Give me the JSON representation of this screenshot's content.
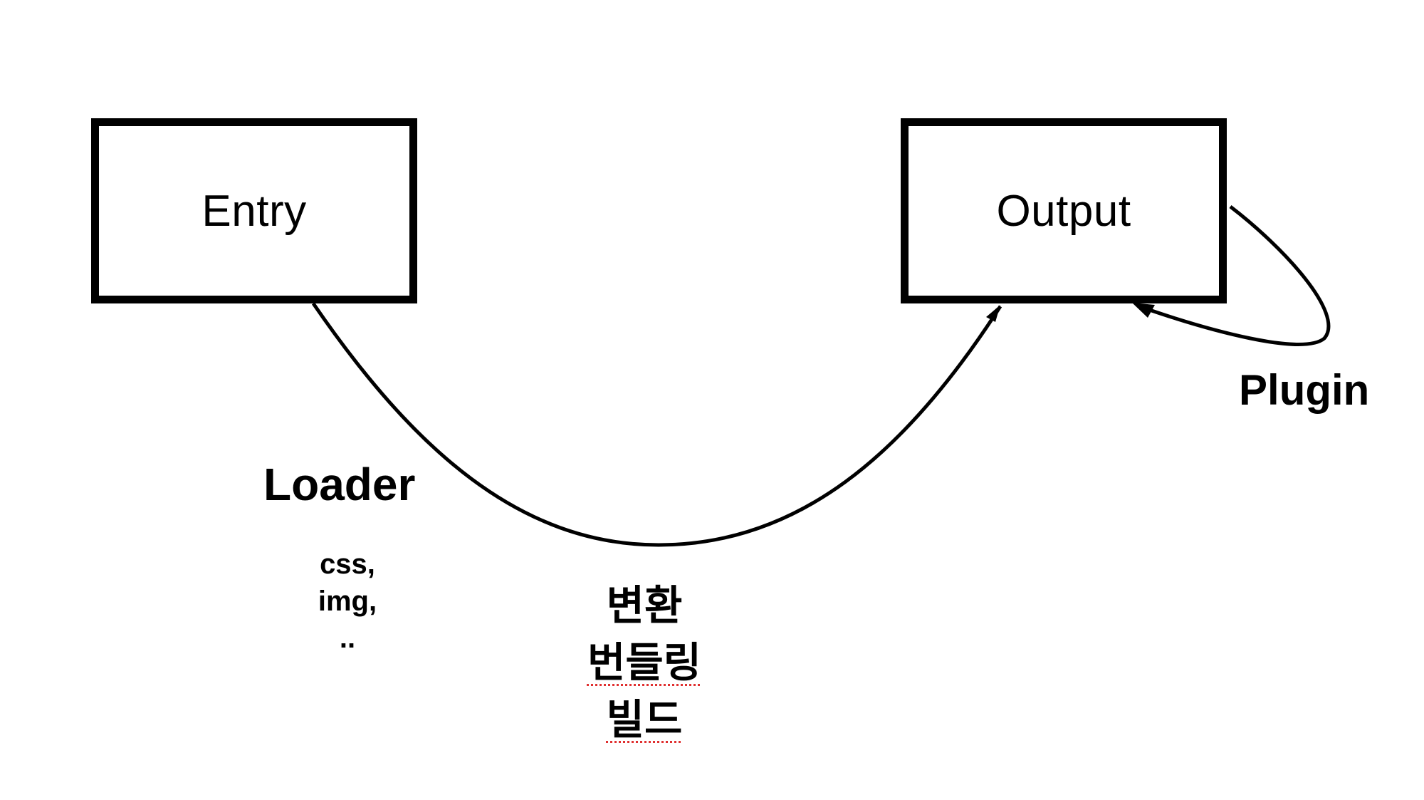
{
  "diagram": {
    "nodes": {
      "entry": "Entry",
      "output": "Output"
    },
    "edges": {
      "loader": "Loader",
      "plugin": "Plugin"
    },
    "loader_notes": [
      "css,",
      "img,",
      ".."
    ],
    "center_notes": [
      "변환",
      "번들링",
      "빌드"
    ],
    "colors": {
      "stroke": "#000000",
      "background": "#ffffff",
      "spellcheck_underline": "#e03030"
    }
  }
}
